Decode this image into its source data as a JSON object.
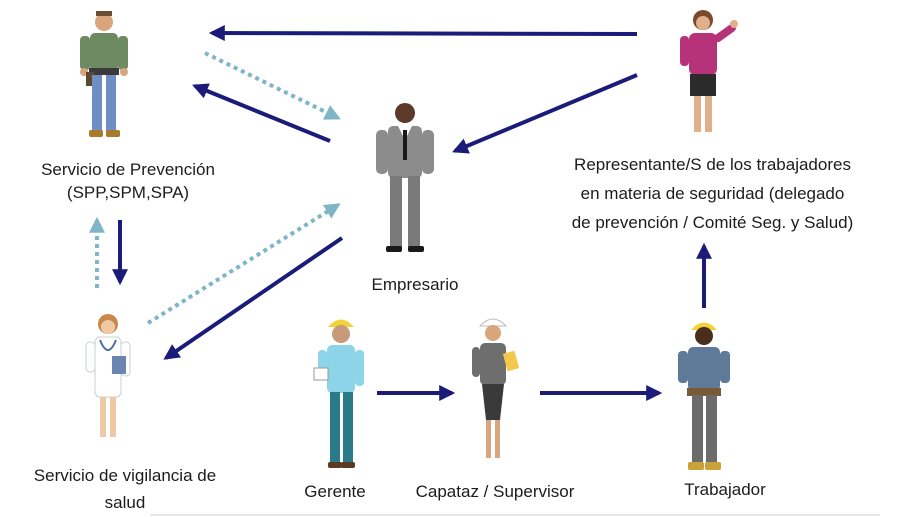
{
  "colors": {
    "solid_arrow": "#1b1c7a",
    "dotted_arrow": "#7fb5c6",
    "text": "#1c1c1c"
  },
  "nodes": {
    "prevencion": {
      "lines": [
        "Servicio de Prevención",
        "(SPP,SPM,SPA)"
      ],
      "icon": "worker-with-tool-belt"
    },
    "empresario": {
      "lines": [
        "Empresario"
      ],
      "icon": "businessman-in-suit"
    },
    "representante": {
      "lines": [
        "Representante/S de los trabajadores",
        "en materia de seguridad (delegado",
        "de prevención / Comité Seg. y Salud)"
      ],
      "icon": "woman-waving"
    },
    "vigilancia": {
      "lines": [
        "Servicio de vigilancia de",
        "salud"
      ],
      "icon": "doctor-with-stethoscope"
    },
    "gerente": {
      "lines": [
        "Gerente"
      ],
      "icon": "manager-with-hard-hat"
    },
    "capataz": {
      "lines": [
        "Capataz / Supervisor"
      ],
      "icon": "supervisor-with-clipboard"
    },
    "trabajador": {
      "lines": [
        "Trabajador"
      ],
      "icon": "construction-worker"
    }
  }
}
